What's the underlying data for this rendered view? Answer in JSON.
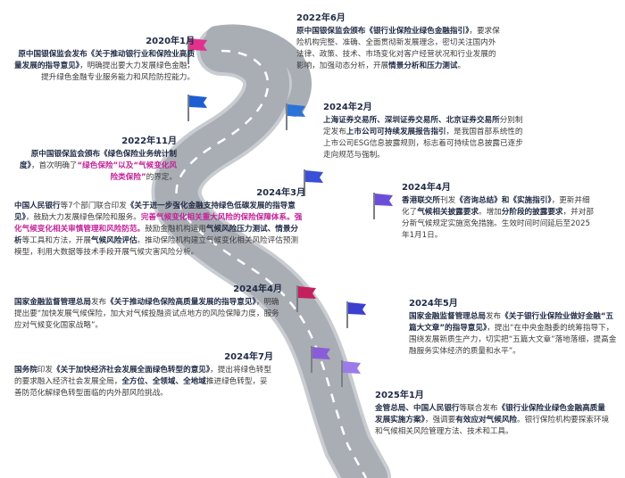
{
  "colors": {
    "road": "#a9adb4",
    "road_edge": "#c9ccd1",
    "dashes": "#ffffff",
    "text_dark": "#1f2a44",
    "highlight": "#c0249a",
    "flags": [
      "#e2318d",
      "#1d5fd0",
      "#2a73d9",
      "#3a4fd6",
      "#6c4fd8",
      "#c4205e",
      "#3b3fd0",
      "#8b5cd8",
      "#7a5fe0",
      "#d03a8c",
      "#9b7be8"
    ]
  },
  "events": [
    {
      "date": "2020年1月",
      "segments": [
        {
          "t": "原中国银保监会发布《关于推动银行业和保险业高质量发展的指导意见》",
          "s": "b"
        },
        {
          "t": "，明确提出要大力发展绿色金融，提升绿色金融专业服务能力和风险防控能力。",
          "s": ""
        }
      ]
    },
    {
      "date": "2022年6月",
      "segments": [
        {
          "t": "原中国银保监会颁布《银行业保险业绿色金融指引》",
          "s": "b"
        },
        {
          "t": "，要求保险机构完整、准确、全面贯彻新发展理念，密切关注国内外法律、政策、技术、市场变化对客户经营状况和行业发展的影响，加强动态分析，开展",
          "s": ""
        },
        {
          "t": "情景分析和压力测试",
          "s": "b"
        },
        {
          "t": "。",
          "s": ""
        }
      ]
    },
    {
      "date": "2022年11月",
      "segments": [
        {
          "t": "原中国银保监会颁布《绿色保险业务统计制度》",
          "s": "b"
        },
        {
          "t": "，首次明确了",
          "s": ""
        },
        {
          "t": "“绿色保险”以及“气候变化风险类保险”",
          "s": "pk"
        },
        {
          "t": "的界定。",
          "s": ""
        }
      ]
    },
    {
      "date": "2024年2月",
      "segments": [
        {
          "t": "上海证券交易所、深圳证券交易所、北京证券交易所",
          "s": "b"
        },
        {
          "t": "分别制定发布",
          "s": ""
        },
        {
          "t": "上市公司可持续发展报告指引",
          "s": "b"
        },
        {
          "t": "，是我国首部系统性的上市公司ESG信息披露规则，标志着可持续信息披露已逐步走向规范与强制。",
          "s": ""
        }
      ]
    },
    {
      "date": "2024年3月",
      "segments": [
        {
          "t": "中国人民银行",
          "s": "b"
        },
        {
          "t": "等7个部门联合印发",
          "s": ""
        },
        {
          "t": "《关于进一步强化金融支持绿色低碳发展的指导意见》",
          "s": "b"
        },
        {
          "t": "，鼓励大力发展绿色保险和服务。",
          "s": ""
        },
        {
          "t": "完善气候变化相关重大风险的保险保障体系。强化气候变化相关审慎管理和风险防范。",
          "s": "pk"
        },
        {
          "t": "鼓励金融机构运用",
          "s": ""
        },
        {
          "t": "气候风险压力测试、情景分析",
          "s": "b"
        },
        {
          "t": "等工具和方法，开展",
          "s": ""
        },
        {
          "t": "气候风险评估",
          "s": "b"
        },
        {
          "t": "。推动保险机构建立气候变化相关风险评估预测模型，利用大数据等技术手段开展气候灾害风险分析。",
          "s": ""
        }
      ]
    },
    {
      "date": "2024年4月",
      "segments": [
        {
          "t": "香港联交所",
          "s": "b"
        },
        {
          "t": "刊发",
          "s": ""
        },
        {
          "t": "《咨询总结》和《实施指引》",
          "s": "b"
        },
        {
          "t": "，更新并细化了",
          "s": ""
        },
        {
          "t": "气候相关披露要求",
          "s": "b"
        },
        {
          "t": "。增加",
          "s": ""
        },
        {
          "t": "分阶段的披露要求",
          "s": "b"
        },
        {
          "t": "，并对部分新气候规定实施宽免措施。生效时间时间延后至2025年1月1日。",
          "s": ""
        }
      ]
    },
    {
      "date": "2024年4月",
      "segments": [
        {
          "t": "国家金融监督管理总局",
          "s": "b"
        },
        {
          "t": "发布",
          "s": ""
        },
        {
          "t": "《关于推动绿色保险高质量发展的指导意见》",
          "s": "b"
        },
        {
          "t": "，明确提出要“加快发展气候保险，加大对气候投融资试点地方的风险保障力度，服务应对气候变化国家战略”。",
          "s": ""
        }
      ]
    },
    {
      "date": "2024年5月",
      "segments": [
        {
          "t": "国家金融监督管理总局",
          "s": "b"
        },
        {
          "t": "发布",
          "s": ""
        },
        {
          "t": "《关于银行业保险业做好金融“五篇大文章”的指导意见》",
          "s": "b"
        },
        {
          "t": "，提出“在中央金融委的统筹指导下，围绕发展新质生产力，切实把“五篇大文章”落地落细，提高金融服务实体经济的质量和水平”。",
          "s": ""
        }
      ]
    },
    {
      "date": "2024年7月",
      "segments": [
        {
          "t": "国务院",
          "s": "b"
        },
        {
          "t": "印发",
          "s": ""
        },
        {
          "t": "《关于加快经济社会发展全面绿色转型的意见》",
          "s": "b"
        },
        {
          "t": "，提出将绿色转型的要求融入经济社会发展全局，",
          "s": ""
        },
        {
          "t": "全方位、全领域、全地域",
          "s": "b"
        },
        {
          "t": "推进绿色转型，妥善防范化解绿色转型面临的内外部风险挑战。",
          "s": ""
        }
      ]
    },
    {
      "date": "2025年1月",
      "segments": [
        {
          "t": "金管总局、中国人民银行",
          "s": "b"
        },
        {
          "t": "等联合发布",
          "s": ""
        },
        {
          "t": "《银行业保险业绿色金融高质量发展实施方案》",
          "s": "b"
        },
        {
          "t": "，强调要",
          "s": ""
        },
        {
          "t": "有效应对气候风险",
          "s": "b"
        },
        {
          "t": "。银行保险机构要探索环境和气候相关风险管理方法、技术和工具。",
          "s": ""
        }
      ]
    }
  ]
}
